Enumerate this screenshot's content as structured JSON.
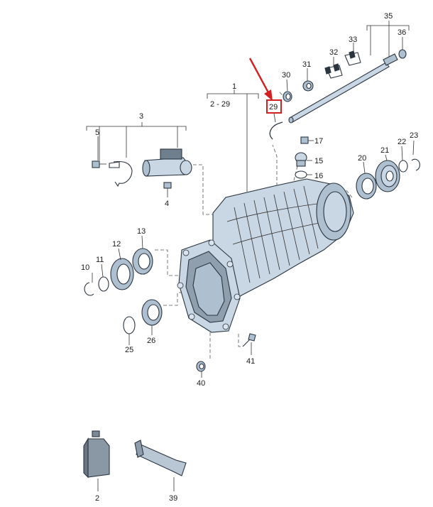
{
  "callouts": {
    "c1": "1",
    "c1_range": "2 - 29",
    "c2": "2",
    "c3": "3",
    "c4": "4",
    "c5": "5",
    "c10": "10",
    "c11": "11",
    "c12": "12",
    "c13": "13",
    "c15": "15",
    "c16": "16",
    "c17": "17",
    "c20": "20",
    "c21": "21",
    "c22": "22",
    "c23": "23",
    "c25": "25",
    "c26": "26",
    "c29": "29",
    "c30": "30",
    "c31": "31",
    "c32": "32",
    "c33": "33",
    "c35": "35",
    "c36": "36",
    "c39": "39",
    "c40": "40",
    "c41": "41"
  },
  "highlight": {
    "target": "29",
    "box_color": "#d21f1f",
    "arrow_color": "#d21f1f"
  },
  "colors": {
    "part_fill": "#c9d6e3",
    "part_shade": "#aebfcf",
    "outline": "#2b3540"
  }
}
